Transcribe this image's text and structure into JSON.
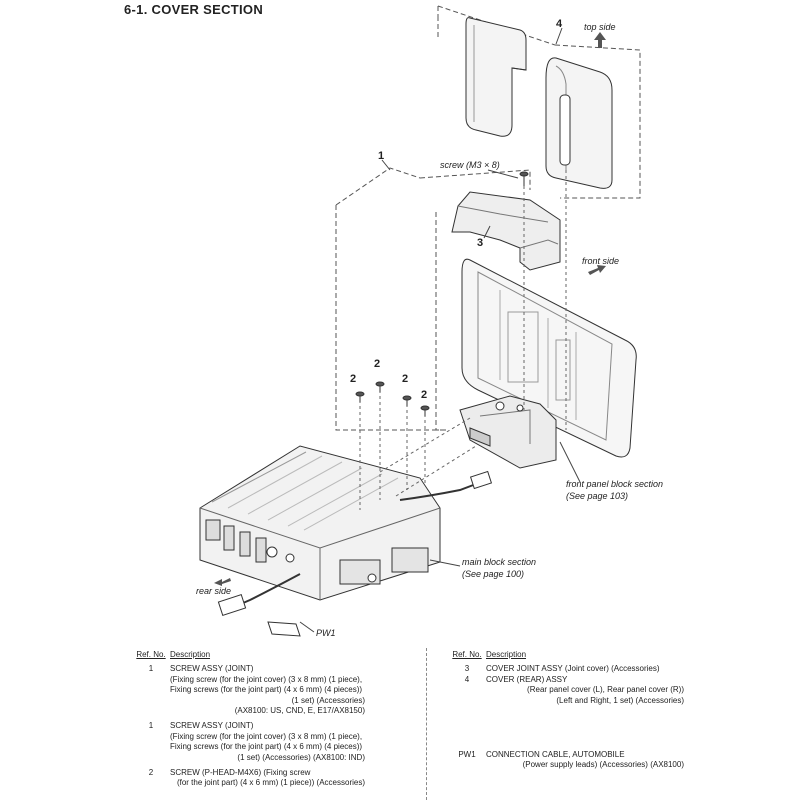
{
  "heading": "6-1.   COVER  SECTION",
  "diagram": {
    "refs": [
      "4",
      "1",
      "3",
      "2",
      "2",
      "2",
      "2"
    ],
    "labels": {
      "top_side": "top side",
      "screw": "screw (M3 × 8)",
      "front_side": "front side",
      "front_panel_1": "front panel block section",
      "front_panel_2": "(See page 103)",
      "main_block_1": "main block section",
      "main_block_2": "(See page 100)",
      "rear_side": "rear side",
      "pw1": "PW1"
    }
  },
  "parts_table": {
    "col_ref": "Ref. No.",
    "col_desc": "Description",
    "left": [
      {
        "ref": "1",
        "lines": [
          "SCREW ASSY (JOINT)",
          "(Fixing screw (for the joint cover) (3 x 8 mm) (1 piece),",
          "Fixing screws (for the joint part) (4 x 6 mm) (4 pieces))"
        ],
        "sub": [
          "(1 set) (Accessories)",
          "(AX8100: US, CND, E, E17/AX8150)"
        ]
      },
      {
        "ref": "1",
        "lines": [
          "SCREW ASSY (JOINT)",
          "(Fixing screw (for the joint cover) (3 x 8 mm) (1 piece),",
          "Fixing screws (for the joint part) (4 x 6 mm) (4 pieces))"
        ],
        "sub": [
          "(1 set) (Accessories) (AX8100: IND)"
        ]
      },
      {
        "ref": "2",
        "lines": [
          "SCREW (P-HEAD-M4X6) (Fixing screw"
        ],
        "sub": [
          "(for the joint part) (4 x 6 mm) (1 piece)) (Accessories)"
        ]
      }
    ],
    "right": [
      {
        "ref": "3",
        "lines": [
          "COVER JOINT ASSY (Joint cover) (Accessories)"
        ],
        "sub": []
      },
      {
        "ref": "4",
        "lines": [
          "COVER (REAR) ASSY"
        ],
        "sub": [
          "(Rear panel cover (L), Rear panel cover (R))",
          "(Left and Right, 1 set) (Accessories)"
        ]
      },
      {
        "ref": "PW1",
        "lines": [
          "CONNECTION CABLE, AUTOMOBILE"
        ],
        "sub": [
          "(Power supply leads) (Accessories) (AX8100)"
        ]
      }
    ]
  }
}
